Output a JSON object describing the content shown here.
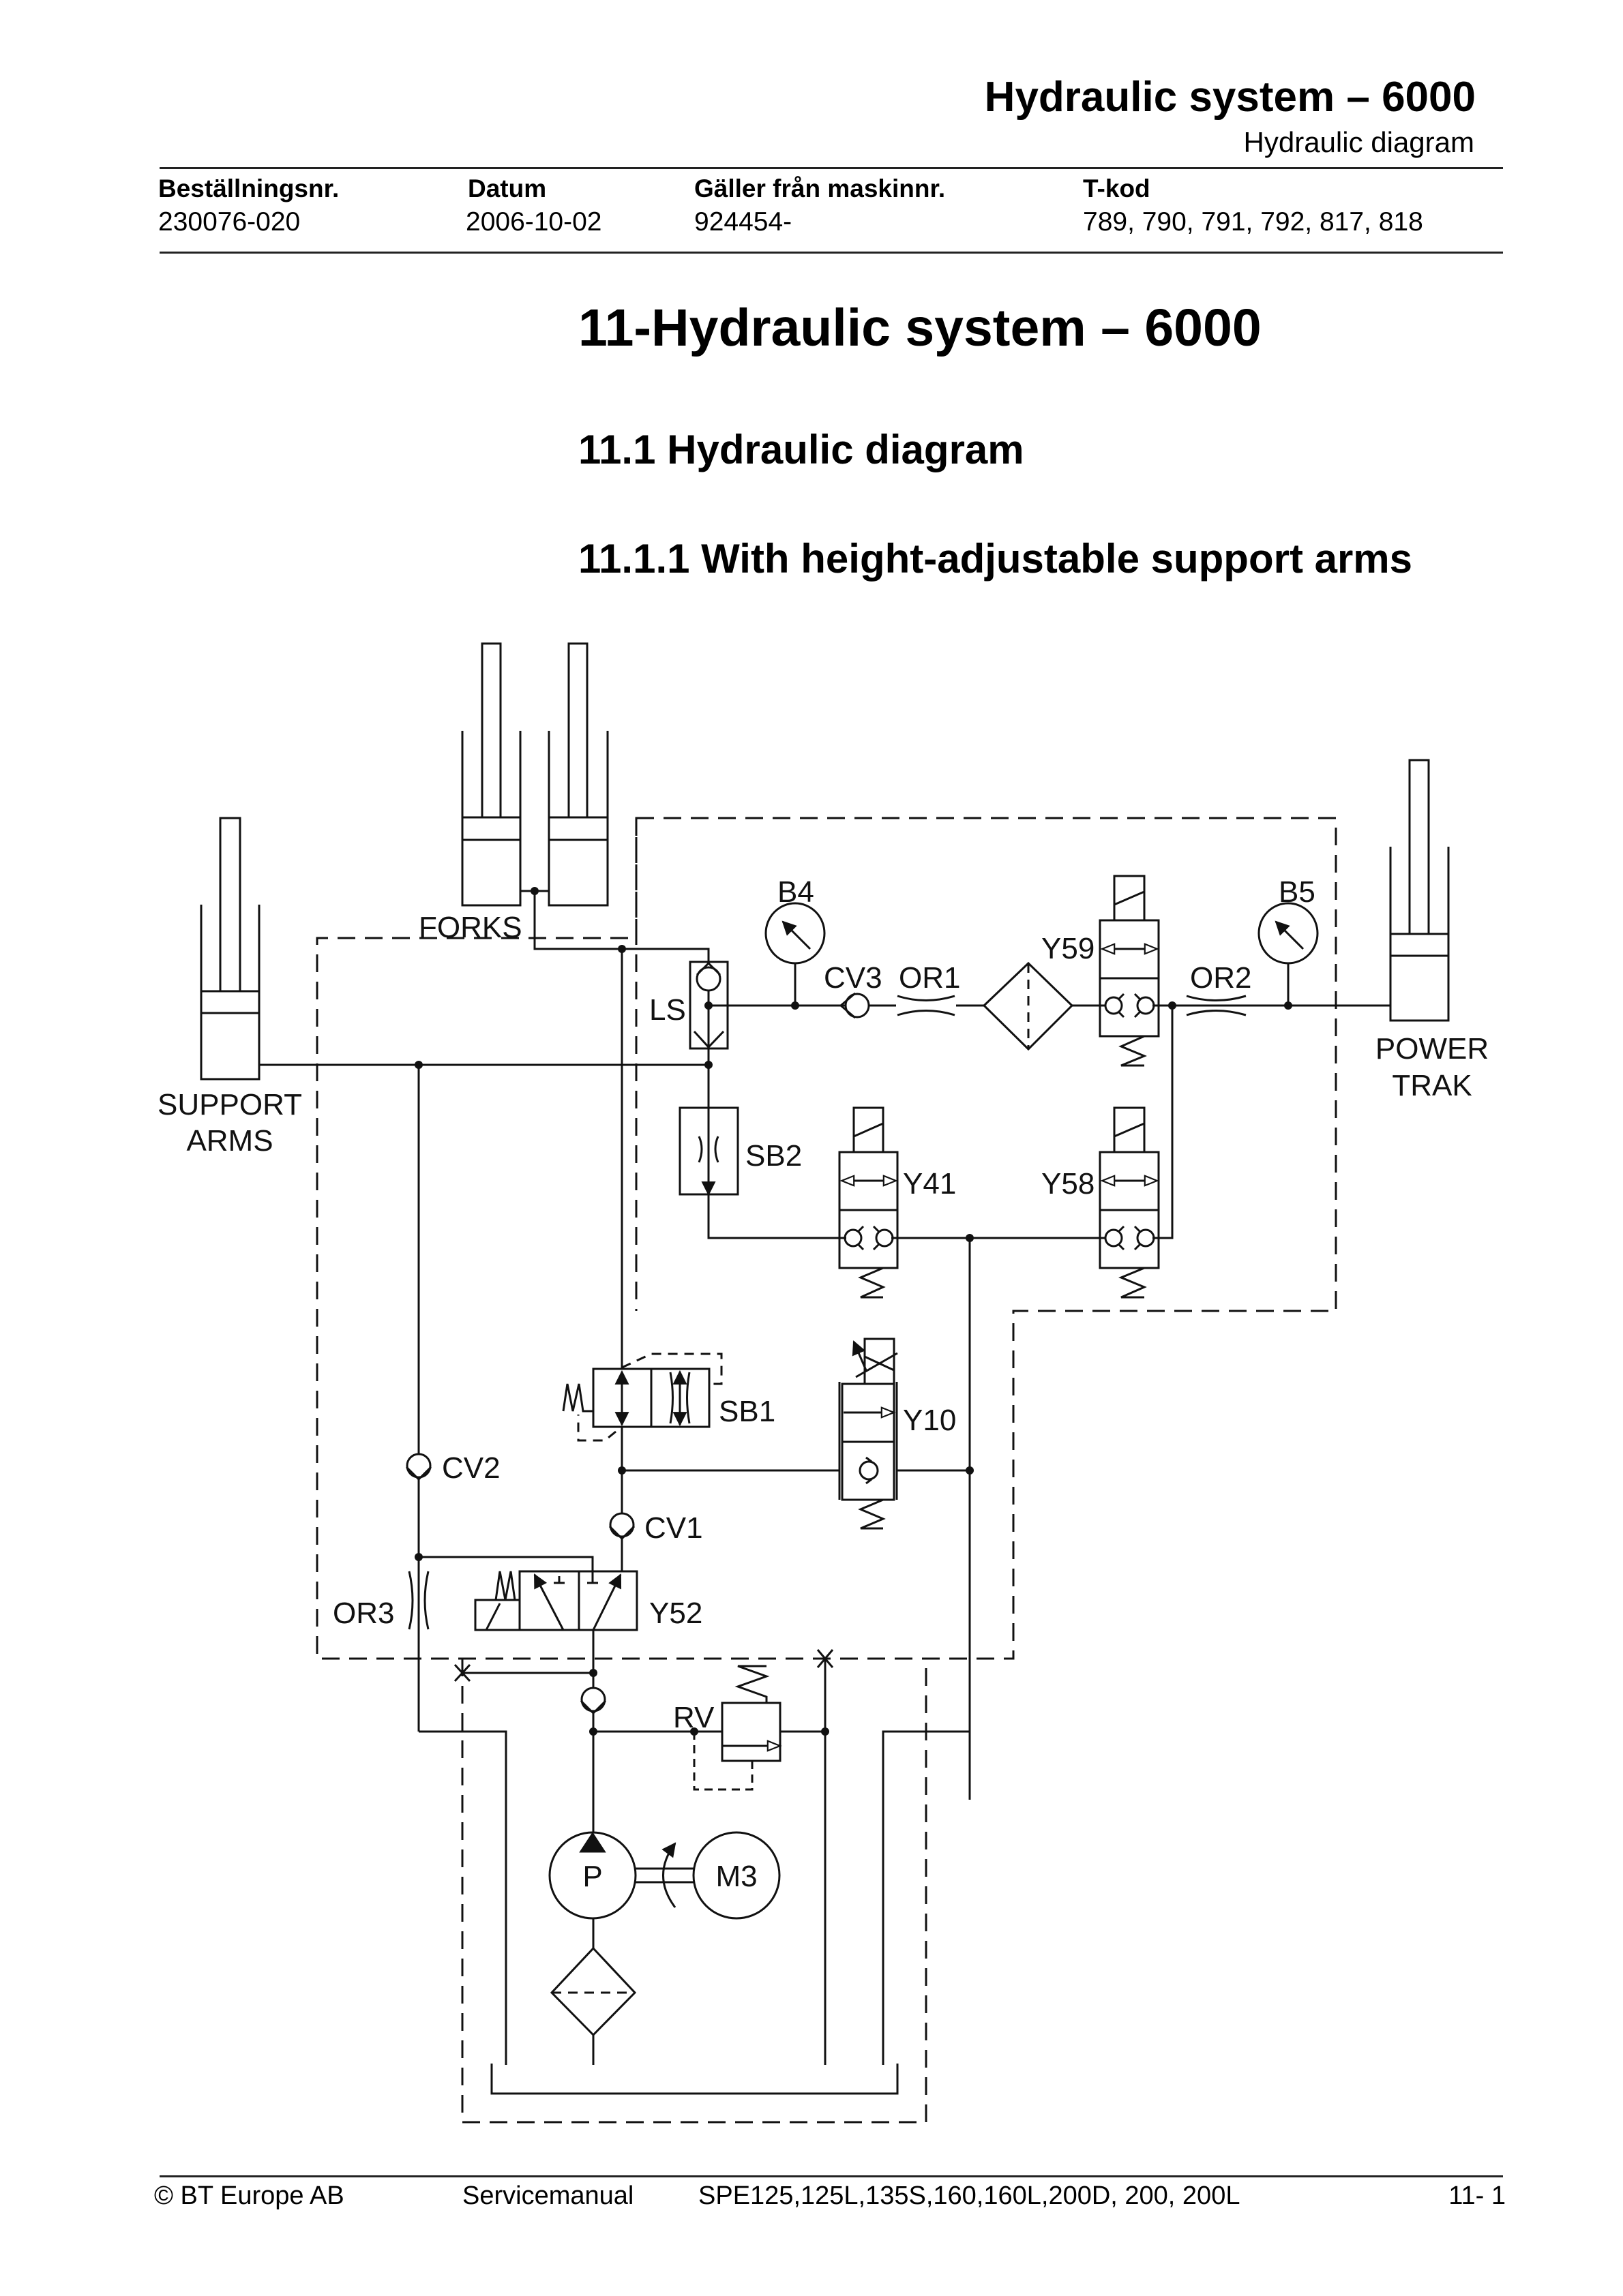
{
  "header": {
    "title": "Hydraulic system – 6000",
    "subtitle": "Hydraulic diagram",
    "columns": [
      {
        "label": "Beställningsnr.",
        "value": "230076-020"
      },
      {
        "label": "Datum",
        "value": "2006-10-02"
      },
      {
        "label": "Gäller från maskinnr.",
        "value": "924454-"
      },
      {
        "label": "T-kod",
        "value": "789, 790, 791, 792, 817, 818"
      }
    ]
  },
  "headings": {
    "chapter": "11-Hydraulic system – 6000",
    "section": "11.1  Hydraulic diagram",
    "subsection": "11.1.1 With height-adjustable support arms"
  },
  "diagram": {
    "labels": {
      "forks": "FORKS",
      "support_arms_1": "SUPPORT",
      "support_arms_2": "ARMS",
      "power_trak_1": "POWER",
      "power_trak_2": "TRAK",
      "b4": "B4",
      "b5": "B5",
      "ls": "LS",
      "cv3": "CV3",
      "or1": "OR1",
      "or2": "OR2",
      "y59": "Y59",
      "sb2": "SB2",
      "y41": "Y41",
      "y58": "Y58",
      "sb1": "SB1",
      "y10": "Y10",
      "cv2": "CV2",
      "cv1": "CV1",
      "or3": "OR3",
      "y52": "Y52",
      "rv": "RV",
      "pump": "P",
      "motor": "M3"
    }
  },
  "footer": {
    "copyright": "© BT Europe AB",
    "manual": "Servicemanual",
    "models": "SPE125,125L,135S,160,160L,200D, 200, 200L",
    "page": "11- 1"
  }
}
